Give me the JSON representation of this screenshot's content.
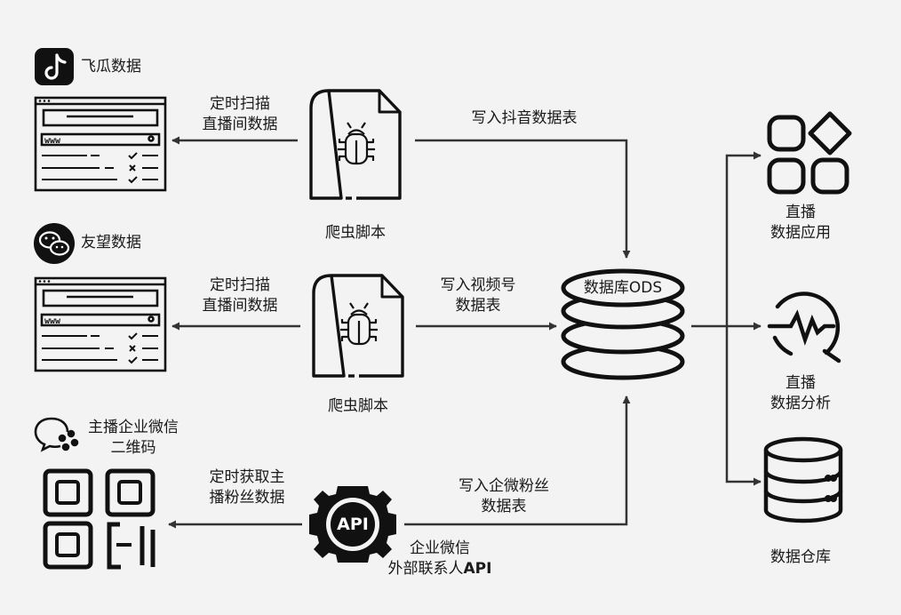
{
  "sources": {
    "douyin": {
      "name": "飞瓜数据",
      "icon": "douyin-logo-icon"
    },
    "wechat": {
      "name": "友望数据",
      "icon": "wechat-logo-icon"
    },
    "wework": {
      "name_lines": [
        "主播企业微信",
        "二维码"
      ],
      "icon": "wework-logo-icon"
    }
  },
  "crawler1": {
    "label": "爬虫脚本",
    "icon": "bug-icon"
  },
  "crawler2": {
    "label": "爬虫脚本",
    "icon": "bug-icon"
  },
  "api": {
    "badge": "API",
    "caption_lines": [
      "企业微信",
      "外部联系人",
      "API"
    ]
  },
  "edges": {
    "scan1": [
      "定时扫描",
      "直播间数据"
    ],
    "scan2": [
      "定时扫描",
      "直播间数据"
    ],
    "fetch": [
      "定时获取主",
      "播粉丝数据"
    ],
    "write_douyin": [
      "写入抖音数据表"
    ],
    "write_channel": [
      "写入视频号",
      "数据表"
    ],
    "write_wework": [
      "写入企微粉丝",
      "数据表"
    ]
  },
  "database": {
    "label": "数据库ODS"
  },
  "outputs": {
    "apps": {
      "lines": [
        "直播",
        "数据应用"
      ],
      "icon": "app-grid-icon"
    },
    "analysis": {
      "lines": [
        "直播",
        "数据分析"
      ],
      "icon": "analytics-pulse-icon"
    },
    "warehouse": {
      "lines": [
        "数据仓库"
      ],
      "icon": "database-icon"
    }
  },
  "colors": {
    "stroke": "#1a1a1a",
    "background": "#f3f3f3",
    "line": "#3a3a3a"
  }
}
